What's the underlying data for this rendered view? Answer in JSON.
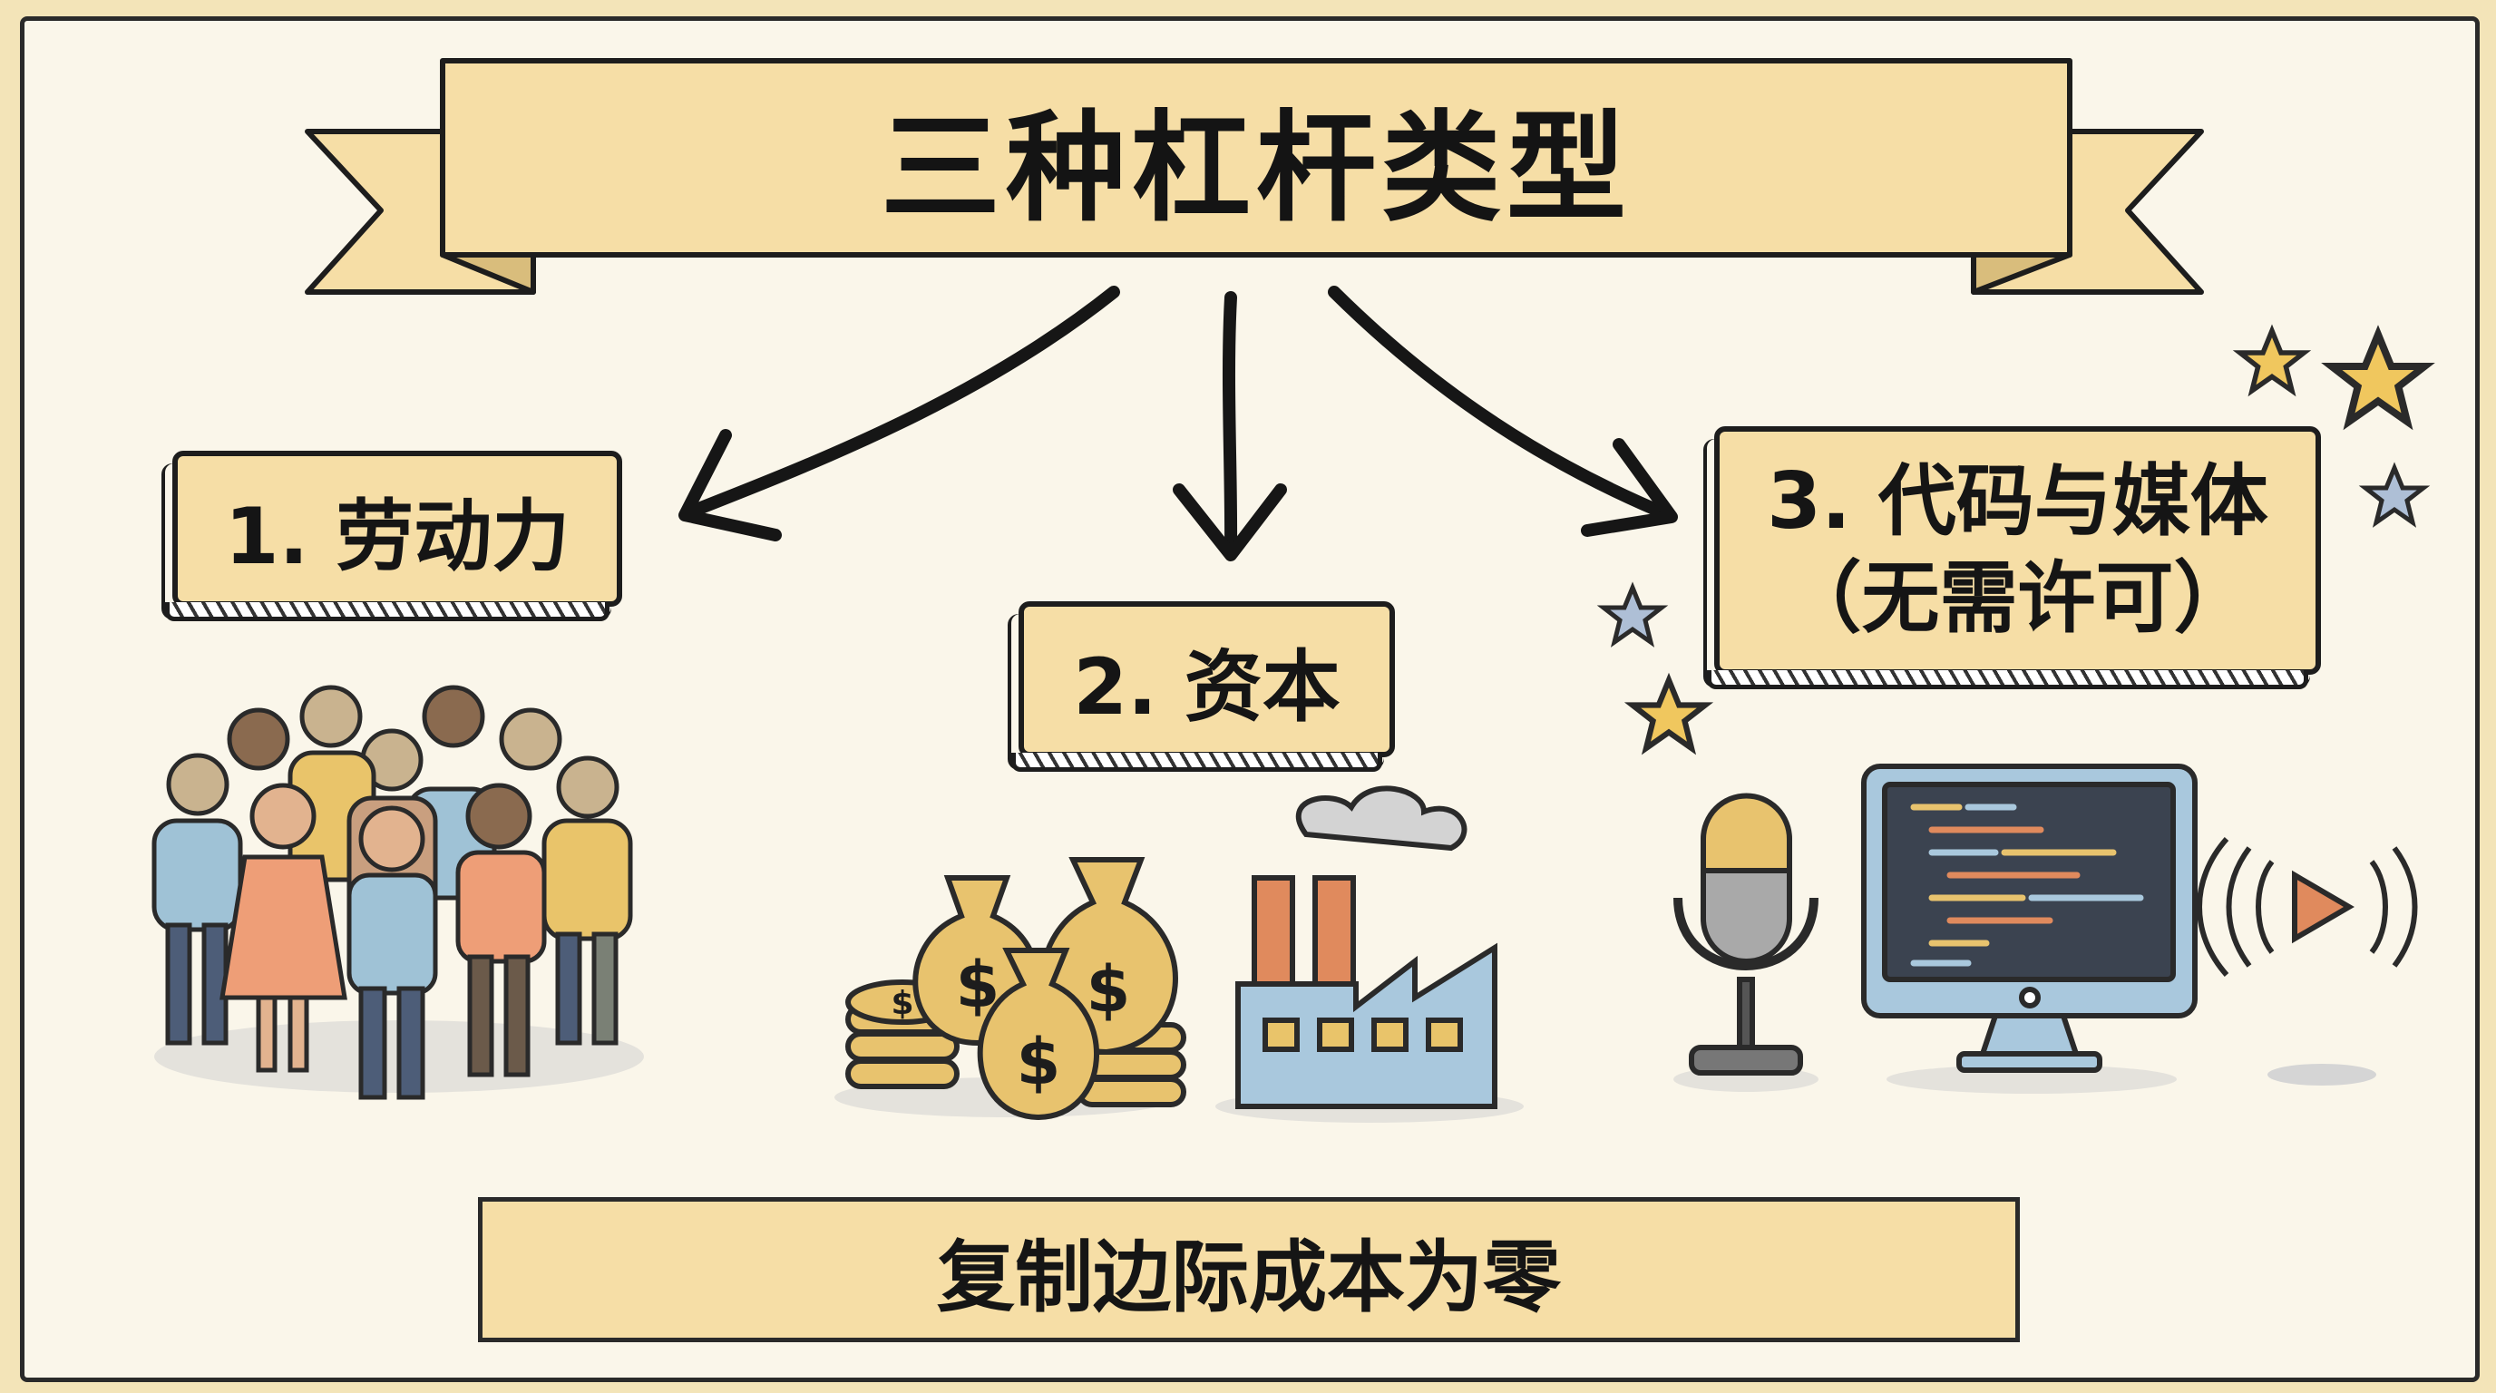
{
  "title": "三种杠杆类型",
  "categories": [
    {
      "label": "1. 劳动力"
    },
    {
      "label": "2. 资本"
    },
    {
      "label": "3. 代码与媒体",
      "sublabel": "（无需许可）"
    }
  ],
  "footer": "复制边际成本为零",
  "icons": [
    "people-group-icon",
    "money-bag-icon",
    "factory-icon",
    "microphone-icon",
    "monitor-code-icon",
    "play-icon",
    "star-icon"
  ],
  "colors": {
    "banner": "#f6dea6",
    "background": "#faf6ea",
    "star": "#f0c75e",
    "star_blue": "#aebfd6"
  }
}
